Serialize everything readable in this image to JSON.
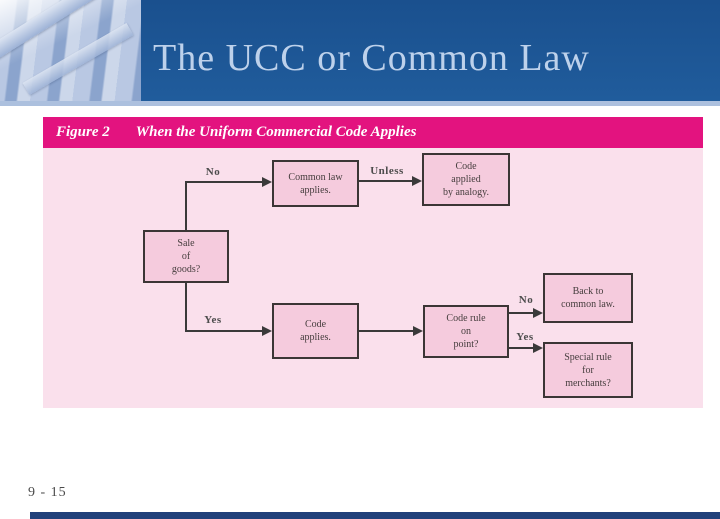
{
  "slide": {
    "title": "The UCC or Common Law",
    "page_number": "9 - 15"
  },
  "figure": {
    "label": "Figure 2",
    "caption": "When the Uniform Commercial Code Applies"
  },
  "flowchart": {
    "nodes": {
      "sale_of_goods": {
        "lines": [
          "Sale",
          "of",
          "goods?"
        ]
      },
      "common_law_applies": {
        "lines": [
          "Common law",
          "applies."
        ]
      },
      "code_by_analogy": {
        "lines": [
          "Code",
          "applied",
          "by analogy."
        ]
      },
      "code_applies": {
        "lines": [
          "Code",
          "applies."
        ]
      },
      "code_rule_on_point": {
        "lines": [
          "Code rule",
          "on",
          "point?"
        ]
      },
      "back_to_common_law": {
        "lines": [
          "Back to",
          "common law."
        ]
      },
      "special_rule_merchants": {
        "lines": [
          "Special rule",
          "for",
          "merchants?"
        ]
      }
    },
    "labels": {
      "no_top": "No",
      "unless": "Unless",
      "yes_bottom": "Yes",
      "no_right": "No",
      "yes_right": "Yes"
    }
  },
  "colors": {
    "header_band": "#1D5794",
    "header_text": "#BDD1EB",
    "divider": "#ACC0DE",
    "figure_bar": "#E3137F",
    "figure_area_bg": "#FAE0EC",
    "node_fill": "#F5CBDD",
    "node_border": "#3B3535",
    "connector": "#3A3A3A",
    "bottom_rule": "#20407A"
  }
}
